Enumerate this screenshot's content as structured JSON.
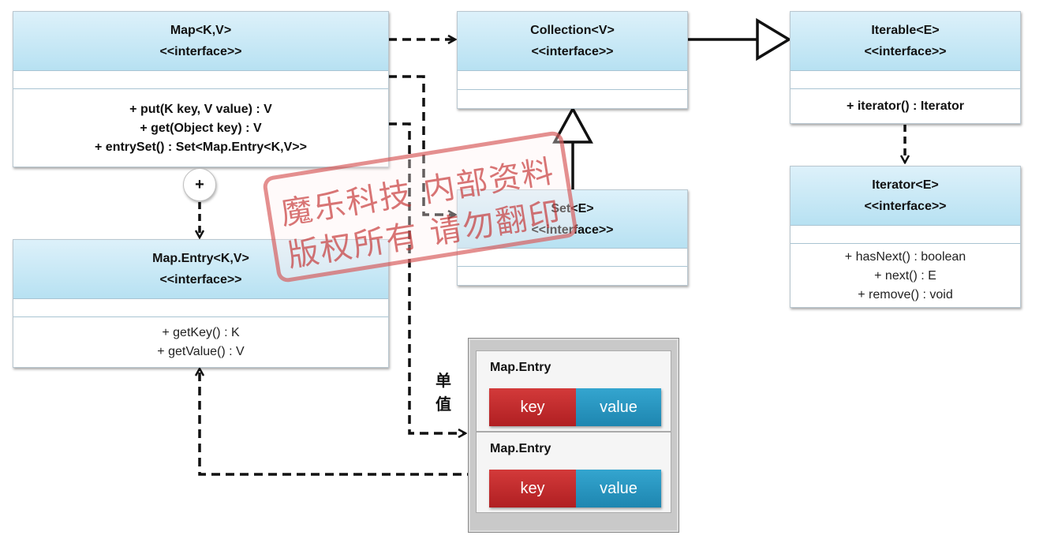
{
  "classes": {
    "map": {
      "name": "Map<K,V>",
      "stereotype": "<<interface>>",
      "ops": [
        "+ put(K key, V value) : V",
        "+ get(Object key) : V",
        "+ entrySet() : Set<Map.Entry<K,V>>"
      ]
    },
    "collection": {
      "name": "Collection<V>",
      "stereotype": "<<interface>>"
    },
    "iterable": {
      "name": "Iterable<E>",
      "stereotype": "<<interface>>",
      "ops": [
        "+ iterator() : Iterator"
      ]
    },
    "iterator": {
      "name": "Iterator<E>",
      "stereotype": "<<interface>>",
      "ops": [
        "+ hasNext() : boolean",
        "+ next() : E",
        "+ remove() : void"
      ]
    },
    "set": {
      "name": "Set<E>",
      "stereotype": "<<interface>>"
    },
    "mapentry": {
      "name": "Map.Entry<K,V>",
      "stereotype": "<<interface>>",
      "ops": [
        "+ getKey() : K",
        "+ getValue() : V"
      ]
    }
  },
  "nested_symbol": "+",
  "single_value_label": "单值",
  "entries": [
    {
      "title": "Map.Entry",
      "key": "key",
      "value": "value"
    },
    {
      "title": "Map.Entry",
      "key": "key",
      "value": "value"
    }
  ],
  "watermark": {
    "line1": "魔乐科技 内部资料",
    "line2": "版权所有 请勿翻印"
  },
  "colors": {
    "header": "#b7e1f2",
    "key": "#c0282b",
    "value": "#2596c0",
    "stamp": "#c83232"
  }
}
